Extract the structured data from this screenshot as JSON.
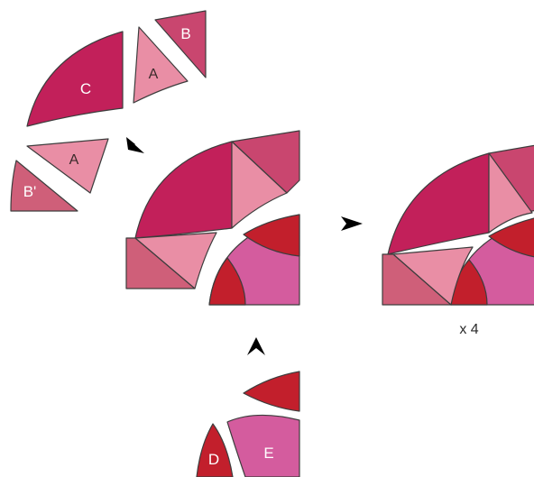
{
  "labels": {
    "b_top": "B",
    "a_top": "A",
    "c": "C",
    "a_left": "A",
    "b_prime": "B'",
    "d": "D",
    "e": "E"
  },
  "caption": "x 4",
  "colors": {
    "crimson": "#c2205a",
    "rose": "#c9466f",
    "pink": "#e98ea5",
    "mauve": "#cf5f79",
    "red": "#c21f2c",
    "magenta": "#d45c9e",
    "stroke": "#3d3d3d"
  }
}
